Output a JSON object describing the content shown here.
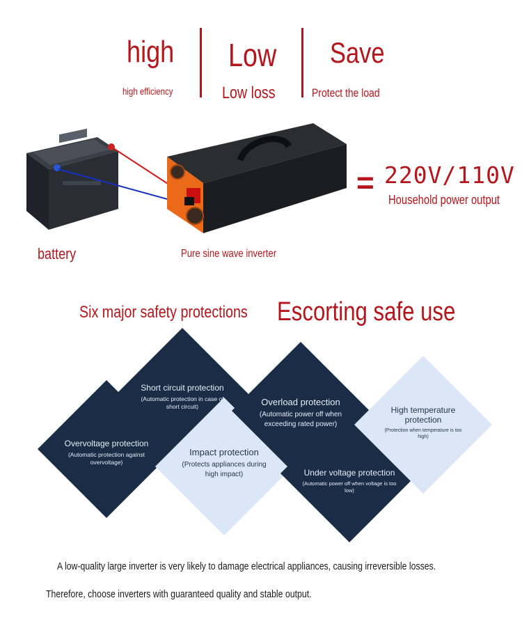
{
  "features": [
    {
      "big": "high",
      "small": "high efficiency"
    },
    {
      "big": "Low",
      "small": "Low loss"
    },
    {
      "big": "Save",
      "small": "Protect the load"
    }
  ],
  "diagram": {
    "battery_label": "battery",
    "inverter_label": "Pure sine wave inverter",
    "equals": "=",
    "voltage": "220V/110V",
    "output_label": "Household power output"
  },
  "safety": {
    "heading_left": "Six major safety protections",
    "heading_right": "Escorting safe use"
  },
  "protections": [
    {
      "title": "Short circuit protection",
      "desc": "(Automatic protection in case of short circuit)"
    },
    {
      "title": "Overvoltage protection",
      "desc": "(Automatic protection against overvoltage)"
    },
    {
      "title": "Impact protection",
      "desc": "(Protects appliances during high impact)"
    },
    {
      "title": "Overload protection",
      "desc": "(Automatic power off when exceeding rated power)"
    },
    {
      "title": "Under voltage protection",
      "desc": "(Automatic power off when voltage is too low)"
    },
    {
      "title": "High temperature protection",
      "desc": "(Protection when temperature is too high)"
    }
  ],
  "footer": {
    "line1": "A low-quality large inverter is very likely to damage electrical appliances, causing irreversible losses.",
    "line2": "Therefore, choose inverters with guaranteed quality and stable output."
  },
  "colors": {
    "accent": "#b5161c",
    "dark_tile": "#1b2c47",
    "light_tile": "#dbe7f6",
    "inverter_orange": "#ea6a1a"
  }
}
